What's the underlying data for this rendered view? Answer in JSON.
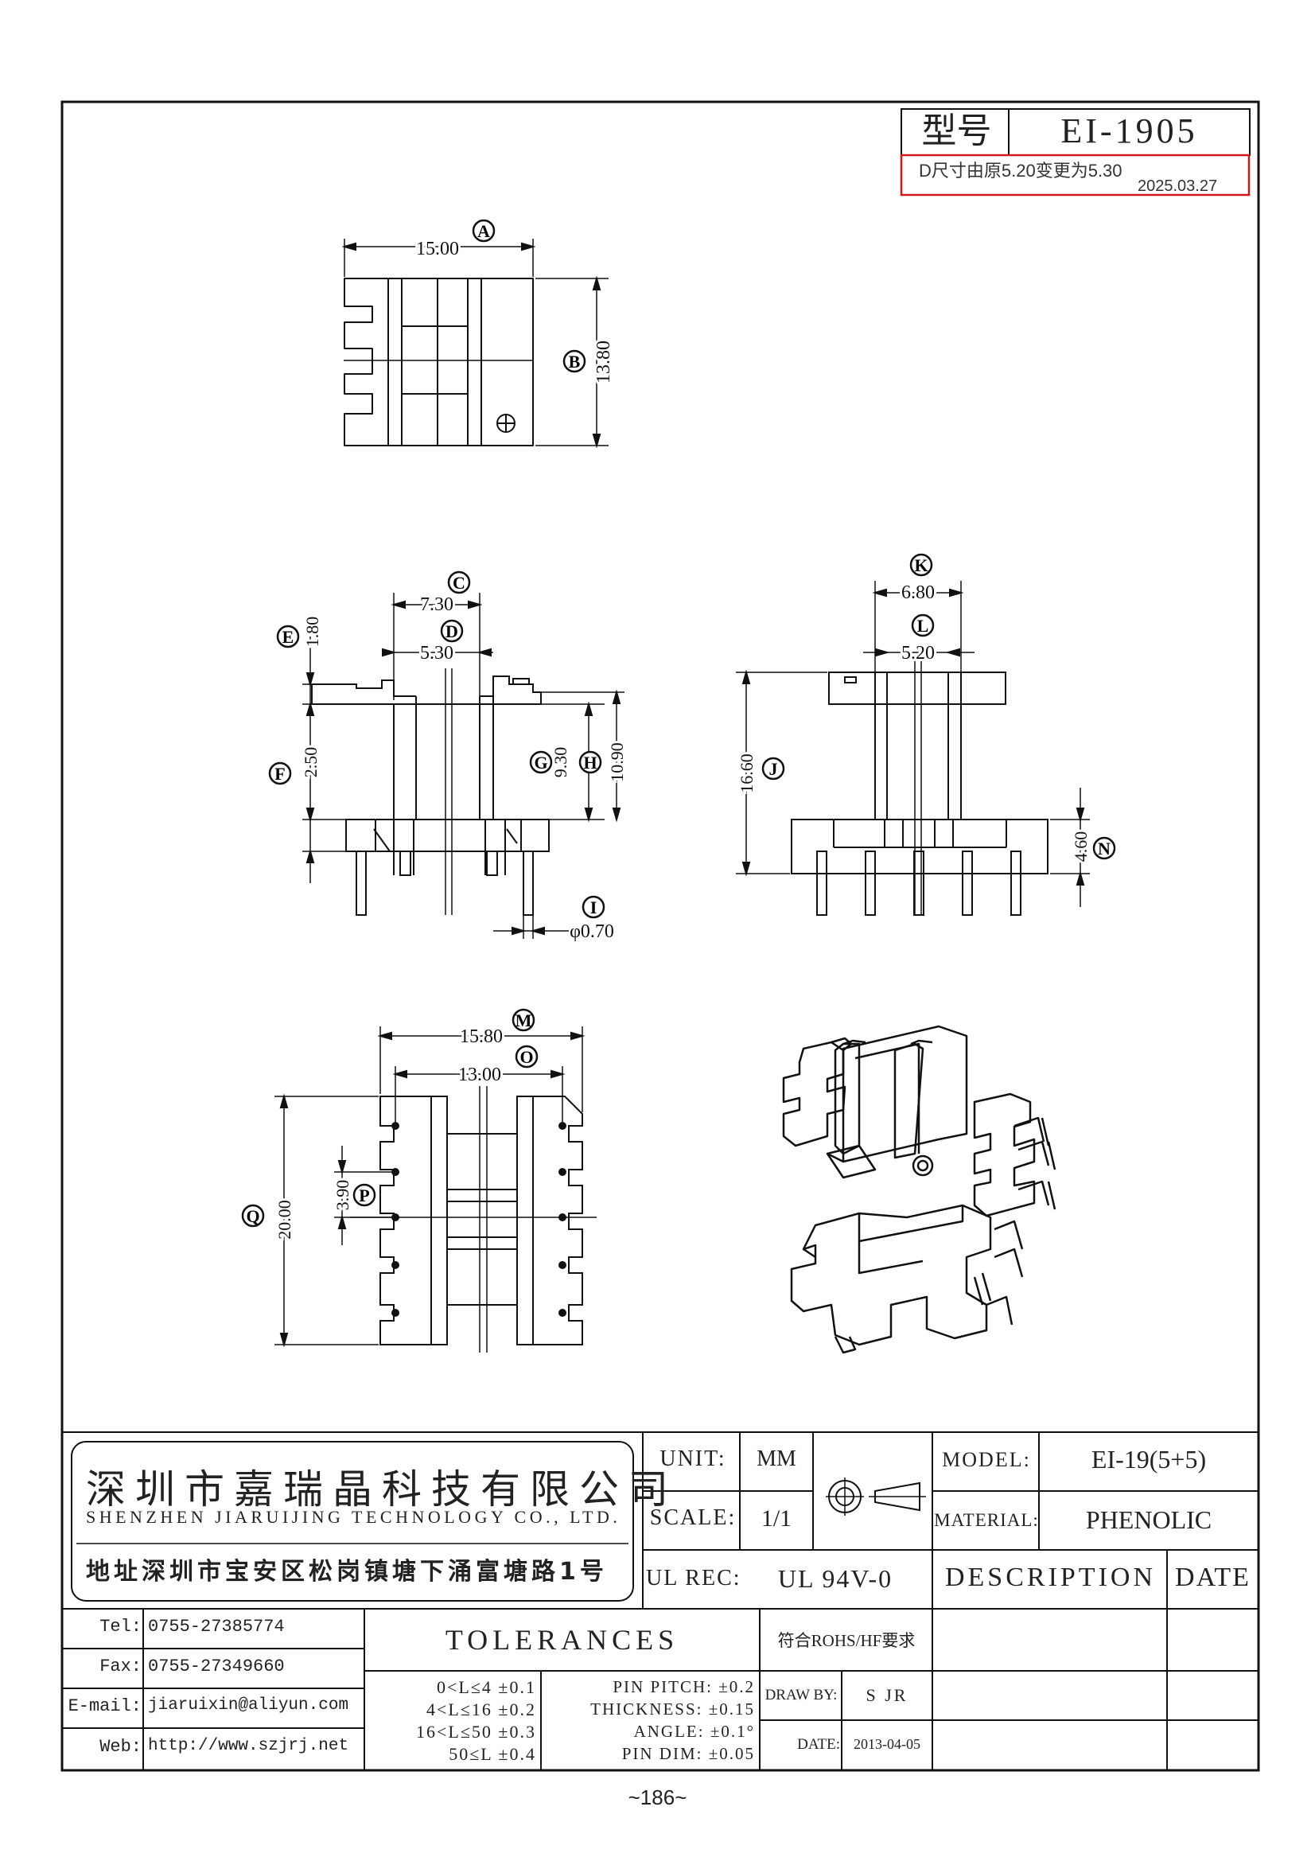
{
  "header": {
    "model_label": "型号",
    "model_value": "EI-1905",
    "revision_note": "D尺寸由原5.20变更为5.30",
    "revision_date": "2025.03.27"
  },
  "dimensions": {
    "A": "15.00",
    "B": "13.80",
    "C": "7.30",
    "D": "5.30",
    "E": "1.80",
    "F": "2.50",
    "G": "9.30",
    "H": "10.90",
    "I": "φ0.70",
    "J": "16.60",
    "K": "6.80",
    "L": "5.20",
    "M": "15.80",
    "N": "4.60",
    "O": "13.00",
    "P": "3.90",
    "Q": "20.00"
  },
  "dim_letters": [
    "A",
    "B",
    "C",
    "D",
    "E",
    "F",
    "G",
    "H",
    "I",
    "J",
    "K",
    "L",
    "M",
    "N",
    "O",
    "P",
    "Q"
  ],
  "company": {
    "name_cn": "深圳市嘉瑞晶科技有限公司",
    "name_en": "SHENZHEN JIARUIJING TECHNOLOGY CO., LTD.",
    "address": "地址深圳市宝安区松岗镇塘下涌富塘路1号"
  },
  "contact": {
    "tel_label": "Tel:",
    "tel": "0755-27385774",
    "fax_label": "Fax:",
    "fax": "0755-27349660",
    "email_label": "E-mail:",
    "email": "jiaruixin@aliyun.com",
    "web_label": "Web:",
    "web": "http://www.szjrj.net"
  },
  "title_block": {
    "unit_label": "UNIT:",
    "unit": "MM",
    "scale_label": "SCALE:",
    "scale": "1/1",
    "ul_label": "UL REC:",
    "ul": "UL 94V-0",
    "model_label": "MODEL:",
    "model": "EI-19(5+5)",
    "material_label": "MATERIAL:",
    "material": "PHENOLIC",
    "description": "DESCRIPTION",
    "date_header": "DATE",
    "rohs": "符合ROHS/HF要求",
    "draw_by_label": "DRAW BY:",
    "draw_by": "S JR",
    "date_label": "DATE:",
    "date": "2013-04-05"
  },
  "tolerances": {
    "title": "TOLERANCES",
    "ranges": [
      "0<L≤4  ±0.1",
      "4<L≤16  ±0.2",
      "16<L≤50  ±0.3",
      "50≤L  ±0.4"
    ],
    "specs": [
      "PIN PITCH: ±0.2",
      "THICKNESS: ±0.15",
      "ANGLE: ±0.1°",
      "PIN DIM: ±0.05"
    ]
  },
  "page_number": "~186~"
}
